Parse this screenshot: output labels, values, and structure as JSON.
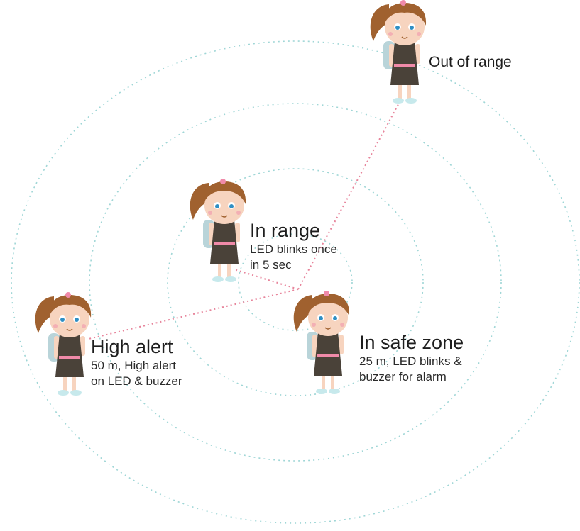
{
  "zones": [
    {
      "id": "out-of-range",
      "title": "Out of range",
      "description": ""
    },
    {
      "id": "in-range",
      "title": "In range",
      "description_lines": [
        "LED blinks once",
        "in 5 sec"
      ]
    },
    {
      "id": "high-alert",
      "title": "High alert",
      "description_lines": [
        "50 m, High alert",
        "on LED & buzzer"
      ]
    },
    {
      "id": "safe-zone",
      "title": "In safe zone",
      "description_lines": [
        "25 m, LED blinks &",
        "buzzer for alarm"
      ]
    }
  ],
  "colors": {
    "ring": "#9fd6d6",
    "link": "#e7849b",
    "hair": "#a0612f",
    "skin": "#f7d4bf",
    "dress": "#4a4239",
    "backpack": "#b9d4d9",
    "eye": "#2f8fc4",
    "shoe": "#c7e9ec",
    "bow": "#f08aa9"
  }
}
